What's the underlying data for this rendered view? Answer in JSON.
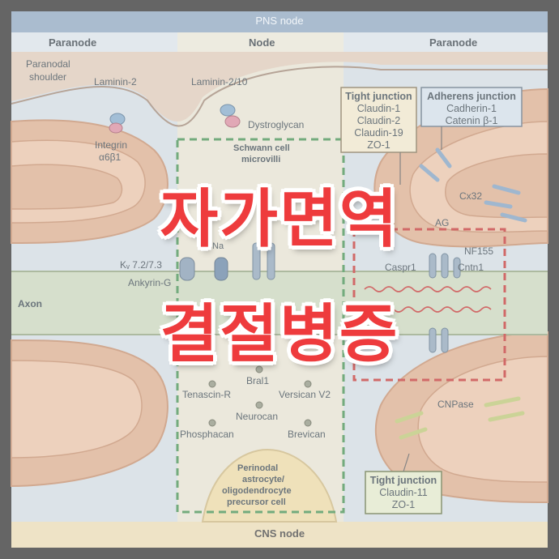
{
  "header": {
    "pns": "PNS node",
    "cns": "CNS node"
  },
  "sections": {
    "left": "Paranode",
    "center": "Node",
    "right": "Paranode"
  },
  "labels": {
    "paranodal_shoulder_1": "Paranodal",
    "paranodal_shoulder_2": "shoulder",
    "laminin2": "Laminin-2",
    "laminin210": "Laminin-2/10",
    "dystroglycan": "Dystroglycan",
    "integrin_1": "Integrin",
    "integrin_2": "α6β1",
    "schwann_1": "Schwann cell",
    "schwann_2": "microvilli",
    "kv": "Kᵥ 7.2/7.3",
    "ankyrin_g": "Ankyrin-G",
    "na": "Na",
    "axon": "Axon",
    "cx32": "Cx32",
    "ag": "AG",
    "nf155": "NF155",
    "caspr1": "Caspr1",
    "cntn1": "Cntn1",
    "bral1": "Bral1",
    "tenascin": "Tenascin-R",
    "versican": "Versican V2",
    "neurocan": "Neurocan",
    "phosphacan": "Phosphacan",
    "brevican": "Brevican",
    "cnpase": "CNPase",
    "perinodal_1": "Perinodal",
    "perinodal_2": "astrocyte/",
    "perinodal_3": "oligodendrocyte",
    "perinodal_4": "precursor cell"
  },
  "tight_junction_top": {
    "title": "Tight junction",
    "lines": [
      "Claudin-1",
      "Claudin-2",
      "Claudin-19",
      "ZO-1"
    ]
  },
  "adherens_junction": {
    "title": "Adherens junction",
    "lines": [
      "Cadherin-1",
      "Catenin β-1"
    ]
  },
  "tight_junction_bottom": {
    "title": "Tight junction",
    "lines": [
      "Claudin-11",
      "ZO-1"
    ]
  },
  "overlay_title": {
    "line1": "자가면역",
    "line2": "결절병증"
  },
  "colors": {
    "frame": "#2a2a2a",
    "bg": "#cfd8e0",
    "myelin": "#d9a98a",
    "axon_band": "#c6d3b9",
    "header_bar": "#8aa3bd",
    "green_dash": "#3e8b4b",
    "red_dash": "#c0302e",
    "title_red": "#ee3b3d"
  }
}
